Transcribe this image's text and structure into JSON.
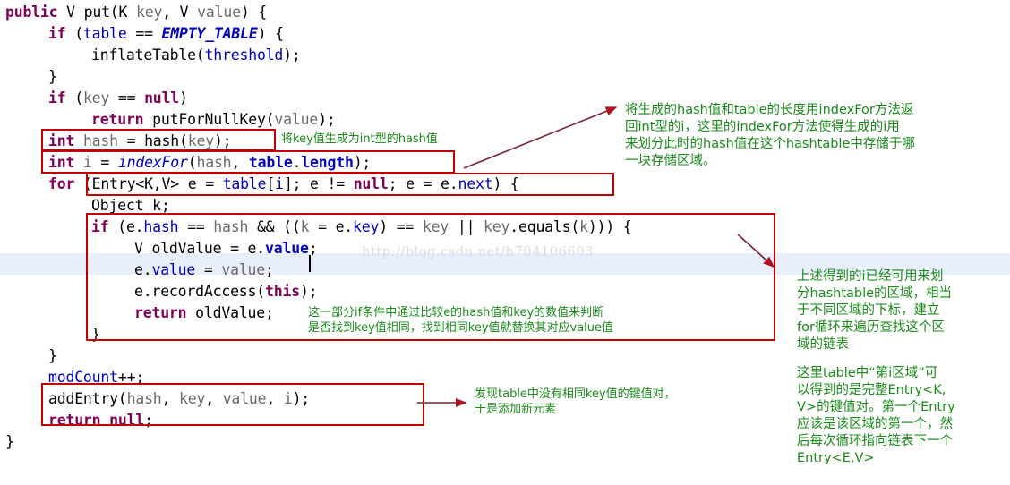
{
  "editor": {
    "language": "java",
    "background_color": "#ffffff",
    "current_line_highlight_color": "#e8eefa",
    "annotation_box_color": "#c00000",
    "annotation_text_color": "#1a8a1a",
    "watermark": "http://blog.csdn.net/h704106603",
    "code_lines": [
      {
        "indent": 0,
        "tokens": [
          {
            "t": "public",
            "c": "kw"
          },
          {
            "t": " V put(",
            "c": "plain"
          },
          {
            "t": "K ",
            "c": "plain"
          },
          {
            "t": "key",
            "c": "ident"
          },
          {
            "t": ", V ",
            "c": "plain"
          },
          {
            "t": "value",
            "c": "ident"
          },
          {
            "t": ") {",
            "c": "plain"
          }
        ]
      },
      {
        "indent": 1,
        "tokens": [
          {
            "t": "if",
            "c": "kw"
          },
          {
            "t": " (",
            "c": "plain"
          },
          {
            "t": "table",
            "c": "field"
          },
          {
            "t": " == ",
            "c": "plain"
          },
          {
            "t": "EMPTY_TABLE",
            "c": "stat"
          },
          {
            "t": ") {",
            "c": "plain"
          }
        ]
      },
      {
        "indent": 2,
        "tokens": [
          {
            "t": "inflateTable(",
            "c": "plain"
          },
          {
            "t": "threshold",
            "c": "field"
          },
          {
            "t": ");",
            "c": "plain"
          }
        ]
      },
      {
        "indent": 1,
        "tokens": [
          {
            "t": "}",
            "c": "plain"
          }
        ]
      },
      {
        "indent": 1,
        "tokens": [
          {
            "t": "if",
            "c": "kw"
          },
          {
            "t": " (",
            "c": "plain"
          },
          {
            "t": "key",
            "c": "ident"
          },
          {
            "t": " == ",
            "c": "plain"
          },
          {
            "t": "null",
            "c": "kw"
          },
          {
            "t": ")",
            "c": "plain"
          }
        ]
      },
      {
        "indent": 2,
        "tokens": [
          {
            "t": "return",
            "c": "kw"
          },
          {
            "t": " putForNullKey(",
            "c": "plain"
          },
          {
            "t": "value",
            "c": "ident"
          },
          {
            "t": ");",
            "c": "plain"
          }
        ]
      },
      {
        "indent": 1,
        "tokens": [
          {
            "t": "int",
            "c": "kw"
          },
          {
            "t": " ",
            "c": "plain"
          },
          {
            "t": "hash",
            "c": "ident"
          },
          {
            "t": " = ",
            "c": "plain"
          },
          {
            "t": "hash(",
            "c": "plain"
          },
          {
            "t": "key",
            "c": "ident"
          },
          {
            "t": ");",
            "c": "plain"
          }
        ]
      },
      {
        "indent": 1,
        "tokens": [
          {
            "t": "int",
            "c": "kw"
          },
          {
            "t": " ",
            "c": "plain"
          },
          {
            "t": "i",
            "c": "ident"
          },
          {
            "t": " = ",
            "c": "plain"
          },
          {
            "t": "indexFor",
            "c": "statp"
          },
          {
            "t": "(",
            "c": "plain"
          },
          {
            "t": "hash",
            "c": "ident"
          },
          {
            "t": ", ",
            "c": "plain"
          },
          {
            "t": "table",
            "c": "fieldb"
          },
          {
            "t": ".",
            "c": "plain"
          },
          {
            "t": "length",
            "c": "fieldb"
          },
          {
            "t": ");",
            "c": "plain"
          }
        ]
      },
      {
        "indent": 1,
        "tokens": [
          {
            "t": "for",
            "c": "kw"
          },
          {
            "t": " (Entry<K,V> ",
            "c": "plain"
          },
          {
            "t": "e",
            "c": "plain"
          },
          {
            "t": " = ",
            "c": "plain"
          },
          {
            "t": "table",
            "c": "field"
          },
          {
            "t": "[",
            "c": "plain"
          },
          {
            "t": "i",
            "c": "field"
          },
          {
            "t": "]; ",
            "c": "plain"
          },
          {
            "t": "e",
            "c": "plain"
          },
          {
            "t": " != ",
            "c": "plain"
          },
          {
            "t": "null",
            "c": "kw"
          },
          {
            "t": "; ",
            "c": "plain"
          },
          {
            "t": "e",
            "c": "plain"
          },
          {
            "t": " = ",
            "c": "plain"
          },
          {
            "t": "e",
            "c": "plain"
          },
          {
            "t": ".",
            "c": "plain"
          },
          {
            "t": "next",
            "c": "field"
          },
          {
            "t": ") {",
            "c": "plain"
          }
        ]
      },
      {
        "indent": 2,
        "tokens": [
          {
            "t": "Object k;",
            "c": "plain"
          }
        ]
      },
      {
        "indent": 2,
        "tokens": [
          {
            "t": "if",
            "c": "kw"
          },
          {
            "t": " (",
            "c": "plain"
          },
          {
            "t": "e",
            "c": "plain"
          },
          {
            "t": ".",
            "c": "plain"
          },
          {
            "t": "hash",
            "c": "field"
          },
          {
            "t": " == ",
            "c": "plain"
          },
          {
            "t": "hash",
            "c": "ident"
          },
          {
            "t": " && ((",
            "c": "plain"
          },
          {
            "t": "k",
            "c": "ident"
          },
          {
            "t": " = ",
            "c": "plain"
          },
          {
            "t": "e",
            "c": "plain"
          },
          {
            "t": ".",
            "c": "plain"
          },
          {
            "t": "key",
            "c": "field"
          },
          {
            "t": ") == ",
            "c": "plain"
          },
          {
            "t": "key",
            "c": "ident"
          },
          {
            "t": " || ",
            "c": "plain"
          },
          {
            "t": "key",
            "c": "ident"
          },
          {
            "t": ".equals(",
            "c": "plain"
          },
          {
            "t": "k",
            "c": "ident"
          },
          {
            "t": "))) {",
            "c": "plain"
          }
        ]
      },
      {
        "indent": 3,
        "tokens": [
          {
            "t": "V oldValue = ",
            "c": "plain"
          },
          {
            "t": "e",
            "c": "plain"
          },
          {
            "t": ".",
            "c": "plain"
          },
          {
            "t": "value",
            "c": "fieldb"
          },
          {
            "t": ";",
            "c": "plain"
          }
        ]
      },
      {
        "indent": 3,
        "tokens": [
          {
            "t": "e",
            "c": "plain"
          },
          {
            "t": ".",
            "c": "plain"
          },
          {
            "t": "value",
            "c": "field"
          },
          {
            "t": " = ",
            "c": "plain"
          },
          {
            "t": "value",
            "c": "ident"
          },
          {
            "t": ";",
            "c": "plain"
          }
        ]
      },
      {
        "indent": 3,
        "tokens": [
          {
            "t": "e",
            "c": "plain"
          },
          {
            "t": ".recordAccess(",
            "c": "plain"
          },
          {
            "t": "this",
            "c": "kw"
          },
          {
            "t": ");",
            "c": "plain"
          }
        ]
      },
      {
        "indent": 3,
        "tokens": [
          {
            "t": "return",
            "c": "kw"
          },
          {
            "t": " oldValue;",
            "c": "plain"
          }
        ]
      },
      {
        "indent": 2,
        "tokens": [
          {
            "t": "}",
            "c": "plain"
          }
        ]
      },
      {
        "indent": 1,
        "tokens": [
          {
            "t": "}",
            "c": "plain"
          }
        ]
      },
      {
        "indent": 1,
        "tokens": [
          {
            "t": "modCount",
            "c": "field"
          },
          {
            "t": "++;",
            "c": "plain"
          }
        ]
      },
      {
        "indent": 1,
        "tokens": [
          {
            "t": "addEntry(",
            "c": "plain"
          },
          {
            "t": "hash",
            "c": "ident"
          },
          {
            "t": ", ",
            "c": "plain"
          },
          {
            "t": "key",
            "c": "ident"
          },
          {
            "t": ", ",
            "c": "plain"
          },
          {
            "t": "value",
            "c": "ident"
          },
          {
            "t": ", ",
            "c": "plain"
          },
          {
            "t": "i",
            "c": "ident"
          },
          {
            "t": ");",
            "c": "plain"
          }
        ]
      },
      {
        "indent": 1,
        "tokens": [
          {
            "t": "return",
            "c": "kw"
          },
          {
            "t": " ",
            "c": "plain"
          },
          {
            "t": "null",
            "c": "kw"
          },
          {
            "t": ";",
            "c": "plain"
          }
        ]
      },
      {
        "indent": 0,
        "tokens": [
          {
            "t": "}",
            "c": "plain"
          }
        ]
      }
    ]
  },
  "annotations": {
    "hash_line": "将key值生成为int型的hash值",
    "index_for": "将生成的hash值和table的长度用indexFor方法返\n回int型的i，这里的indexFor方法使得生成的i用\n来划分此时的hash值在这个hashtable中存储于哪\n一块存储区域。",
    "if_condition": "这一部分if条件中通过比较e的hash值和key的数值来判断\n是否找到key值相同，找到相同key值就替换其对应value值",
    "for_loop": "上述得到的i已经可用来划\n分hashtable的区域，相当\n于不同区域的下标，建立\nfor循环来遍历查找这个区\n域的链表",
    "entry_chain": "这里table中“第i区域”可\n以得到的是完整Entry<K,\nV>的键值对。第一个Entry\n应该是该区域的第一个，然\n后每次循环指向链表下一个\nEntry<E,V>",
    "add_entry": "发现table中没有相同key值的键值对，\n于是添加新元素"
  }
}
